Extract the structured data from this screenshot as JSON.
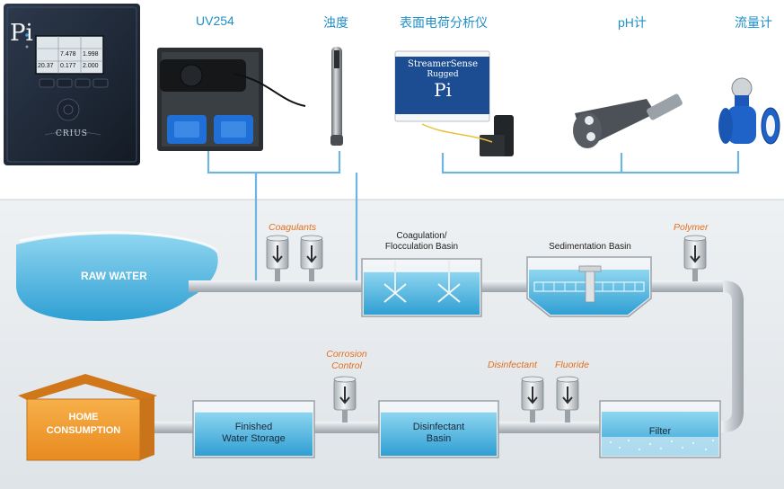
{
  "sensors": {
    "uv254": "UV254",
    "turbidity": "浊度",
    "surface_charge": "表面电荷分析仪",
    "ph": "pH计",
    "flow": "流量计"
  },
  "controller": {
    "logo": "Pi",
    "brand": "CRIUS",
    "screen_values": [
      "20.37",
      "0.177",
      "2.000",
      "7.478",
      "1.998"
    ]
  },
  "analyzer_box": {
    "line1": "StreamerSense",
    "line2": "Rugged",
    "logo": "Pi"
  },
  "process": {
    "raw_water": "RAW WATER",
    "coagulants": "Coagulants",
    "coag_basin_line1": "Coagulation/",
    "coag_basin_line2": "Flocculation Basin",
    "sedimentation": "Sedimentation Basin",
    "polymer": "Polymer",
    "corrosion_line1": "Corrosion",
    "corrosion_line2": "Control",
    "disinfectant_chem": "Disinfectant",
    "fluoride": "Fluoride",
    "home_line1": "HOME",
    "home_line2": "CONSUMPTION",
    "finished_line1": "Finished",
    "finished_line2": "Water Storage",
    "disinfectant_basin_line1": "Disinfectant",
    "disinfectant_basin_line2": "Basin",
    "filter": "Filter"
  },
  "colors": {
    "sensor_text": "#1f8fc8",
    "chemical_text": "#e36f1e",
    "water": "#5ec1e6",
    "pipe": "#cfd4d8",
    "signal_line": "#6fb5df"
  }
}
